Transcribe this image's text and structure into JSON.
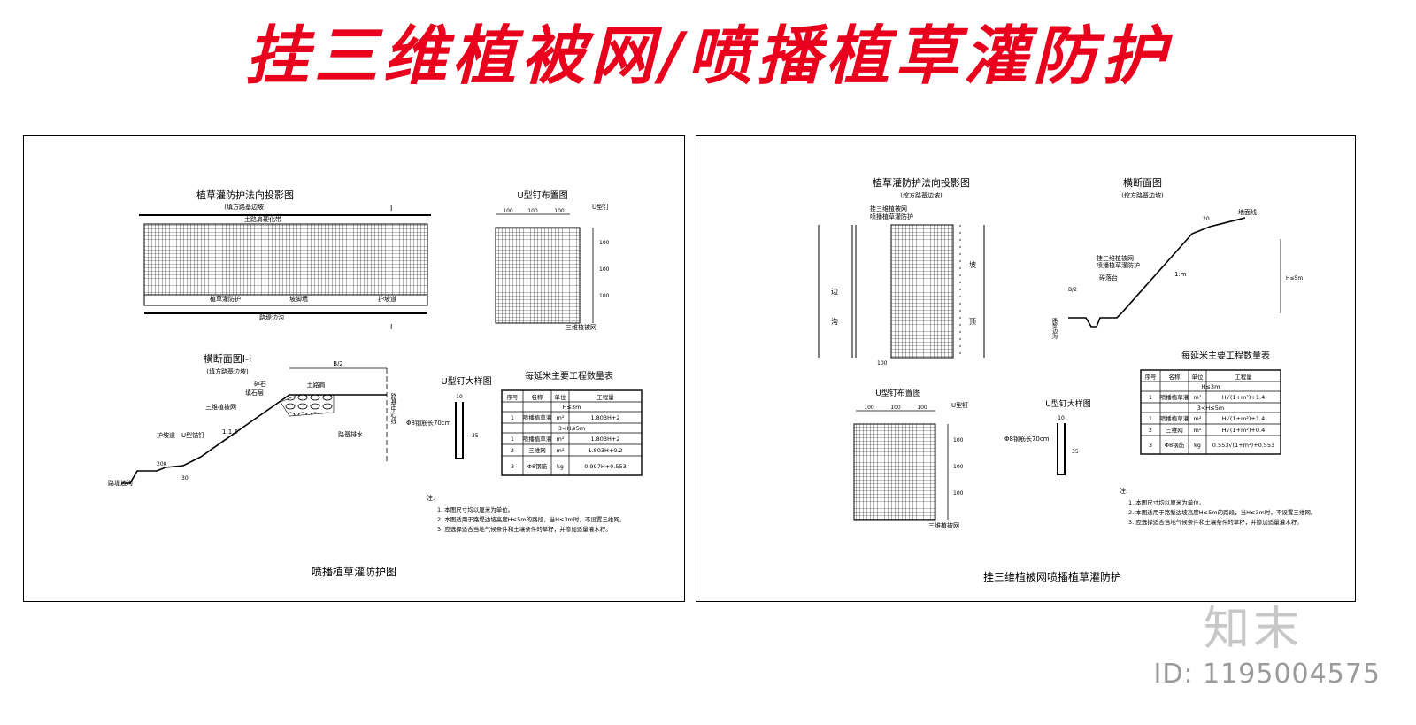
{
  "main_title": "挂三维植被网/喷播植草灌防护",
  "watermark": {
    "logo": "知末",
    "id": "ID: 1195004575"
  },
  "left_sheet": {
    "caption": "喷播植草灌防护图",
    "plan_title": "植草灌防护法向投影图",
    "plan_subtitle": "(填方路基边坡)",
    "plan_labels": {
      "top": "土路肩硬化带",
      "middle": "植草灌防护",
      "slope_band": "坡脚墙",
      "protect": "护坡道",
      "bottom": "路堤边沟",
      "section_mark": "I"
    },
    "u_layout_title": "U型钉布置图",
    "u_layout_dims": [
      "100",
      "100",
      "100"
    ],
    "u_layout_side": [
      "100",
      "100",
      "100"
    ],
    "u_layout_labels": {
      "nail": "U型钉",
      "net": "三维植被网"
    },
    "section_title": "横断面图I-I",
    "section_subtitle": "(填方路基边坡)",
    "section_labels": {
      "half": "B/2",
      "shoulder": "土路肩",
      "stone": "填石层",
      "geo": "碎石",
      "net": "三维植被网",
      "protect": "护坡道",
      "nail": "U型锚钉",
      "ditch": "路堤边沟",
      "ratio": "1:1.5",
      "drain": "路基排水",
      "dim_a": "200",
      "dim_b": "30",
      "center": "路基中心线"
    },
    "u_detail_title": "U型钉大样图",
    "u_detail_labels": {
      "rebar": "Φ8钢筋长70cm",
      "w": "10",
      "h": "35"
    },
    "table": {
      "title": "每延米主要工程数量表",
      "headers": [
        "序号",
        "名称",
        "单位",
        "工程量"
      ],
      "group1": "H≤3m",
      "group2": "3<H≤5m",
      "rows1": [
        [
          "1",
          "喷播植草灌",
          "m²",
          "1.803H+2"
        ]
      ],
      "rows2": [
        [
          "1",
          "喷播植草灌",
          "m²",
          "1.803H+2"
        ],
        [
          "2",
          "三维网",
          "m²",
          "1.803H+0.2"
        ],
        [
          "3",
          "Φ8钢筋",
          "kg",
          "0.997H+0.553"
        ]
      ]
    },
    "notes_head": "注:",
    "notes": [
      "1. 本图尺寸均以厘米为单位。",
      "2. 本图适用于路堤边坡高度H≤5m的路段，当H≤3m时，不设置三维网。",
      "3. 应选择适合当地气候条件和土壤条件的草籽，并掺加适量灌木籽。"
    ]
  },
  "right_sheet": {
    "caption": "挂三维植被网喷播植草灌防护",
    "plan_title": "植草灌防护法向投影图",
    "plan_subtitle": "(挖方路基边坡)",
    "plan_labels": {
      "net": "挂三维植被网",
      "spray": "喷播植草灌防护",
      "left_a": "边",
      "left_b": "沟",
      "right_a": "坡",
      "right_b": "顶",
      "dim": "100"
    },
    "section_title": "横断面图",
    "section_subtitle": "(挖方路基边坡)",
    "section_labels": {
      "net": "挂三维植被网",
      "spray": "喷播植草灌防护",
      "platform": "碎落台",
      "ratio": "1:m",
      "ground": "地面线",
      "dim_top": "20",
      "dim_h": "H≤5m",
      "dim_b": "B/2",
      "ditch": "路堑边沟"
    },
    "u_layout_title": "U型钉布置图",
    "u_layout_dims": [
      "100",
      "100",
      "100"
    ],
    "u_layout_side": [
      "100",
      "100",
      "100"
    ],
    "u_layout_labels": {
      "nail": "U型钉",
      "net": "三维植被网"
    },
    "u_detail_title": "U型钉大样图",
    "u_detail_labels": {
      "rebar": "Φ8钢筋长70cm",
      "w": "10",
      "h": "35"
    },
    "table": {
      "title": "每延米主要工程数量表",
      "headers": [
        "序号",
        "名称",
        "单位",
        "工程量"
      ],
      "group1": "H≤3m",
      "group2": "3<H≤5m",
      "rows1": [
        [
          "1",
          "喷播植草灌",
          "m²",
          "H√(1+m²)+1.4"
        ]
      ],
      "rows2": [
        [
          "1",
          "喷播植草灌",
          "m²",
          "H√(1+m²)+1.4"
        ],
        [
          "2",
          "三维网",
          "m²",
          "H√(1+m²)+0.4"
        ],
        [
          "3",
          "Φ8钢筋",
          "kg",
          "0.553√(1+m²)+0.553"
        ]
      ]
    },
    "notes_head": "注:",
    "notes": [
      "1. 本图尺寸均以厘米为单位。",
      "2. 本图适用于路堑边坡高度H≤5m的路段，当H≤3m时，不设置三维网。",
      "3. 应选择适合当地气候条件和土壤条件的草籽，并掺加适量灌木籽。"
    ]
  }
}
